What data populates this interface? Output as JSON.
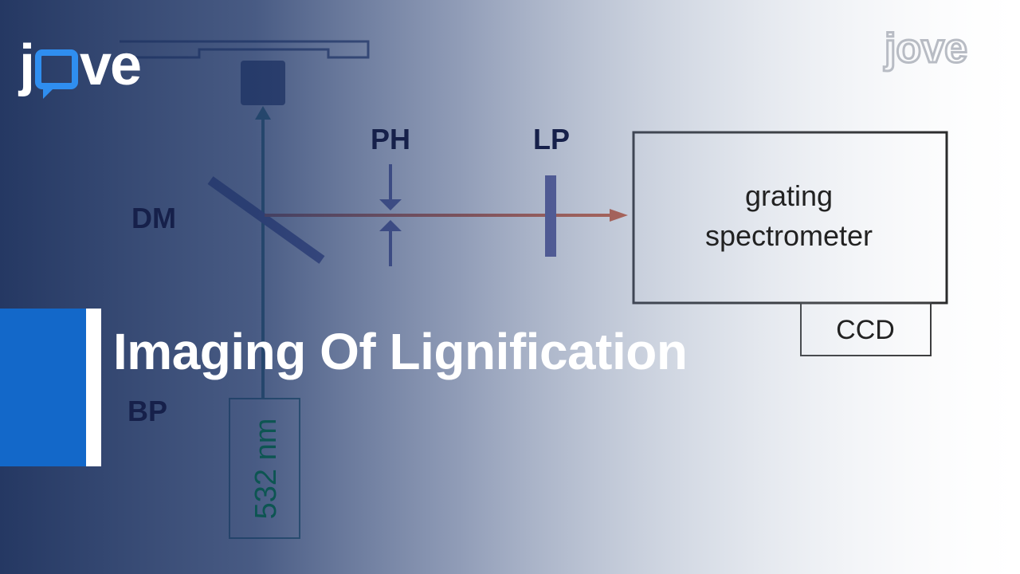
{
  "logo": {
    "text": "jove",
    "accent_color": "#2f8ef0"
  },
  "watermark": {
    "text": "jove"
  },
  "title": "Imaging Of Lignification",
  "diagram": {
    "labels": {
      "dm": "DM",
      "ph": "PH",
      "lp": "LP",
      "bp": "BP",
      "spectrometer_line1": "grating",
      "spectrometer_line2": "spectrometer",
      "ccd": "CCD",
      "laser": "532 nm"
    },
    "colors": {
      "excitation_beam": "#0e6b5e",
      "raman_beam": "#c8441c",
      "optics": "#3b3f8c"
    }
  },
  "colors": {
    "accent_block": "#1368c9",
    "background_dark": "#1e325e"
  }
}
